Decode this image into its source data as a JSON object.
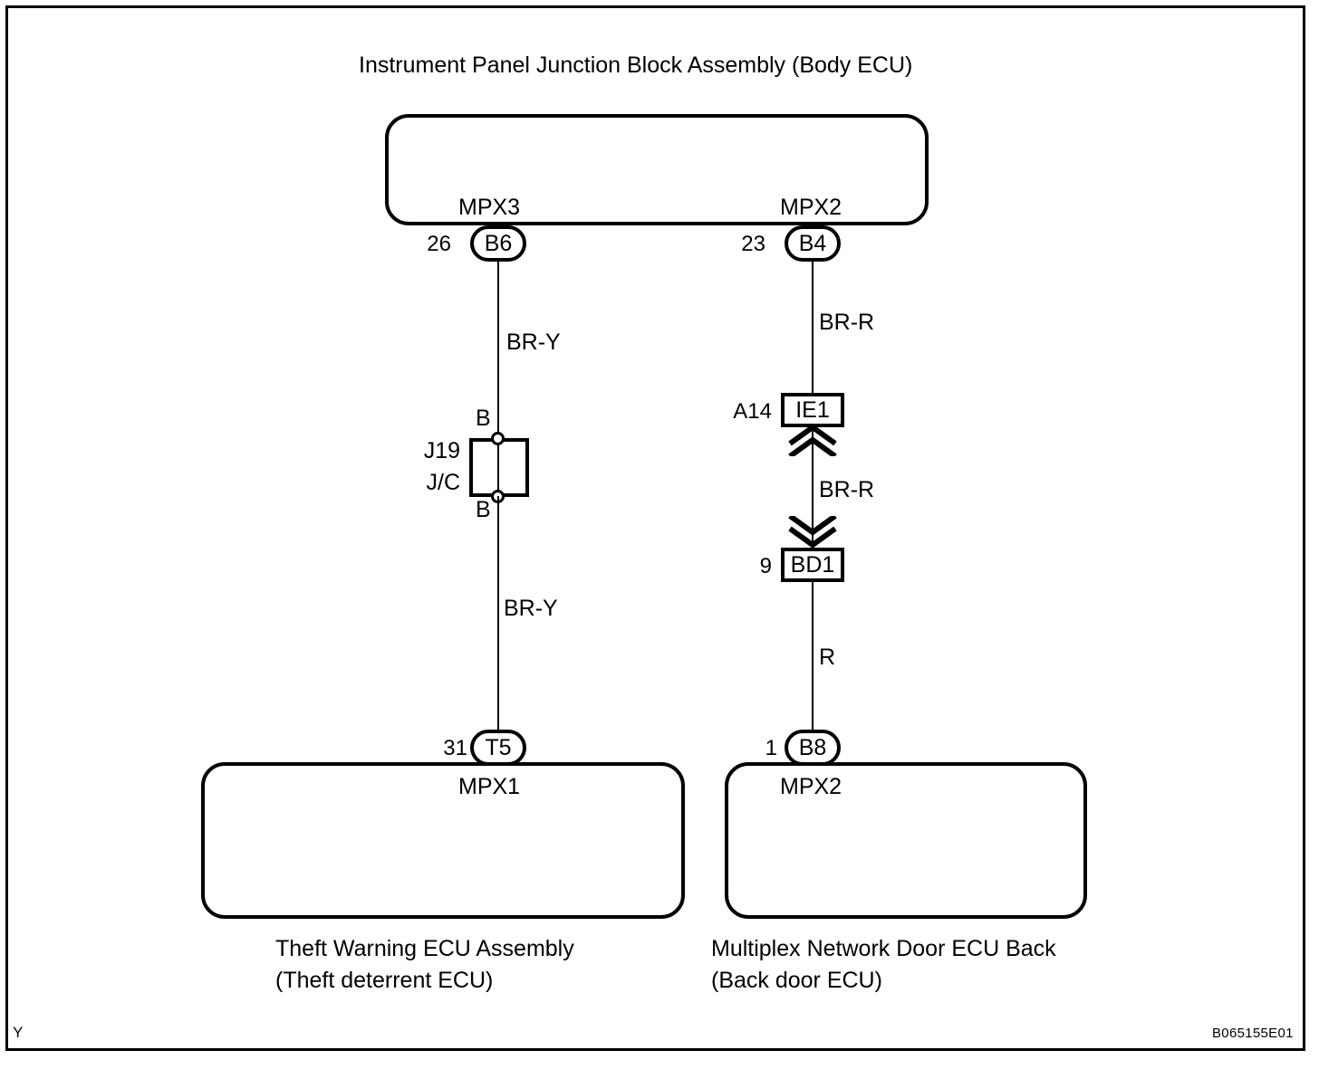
{
  "diagram": {
    "title": "Instrument Panel Junction Block Assembly (Body ECU)",
    "reference_code": "B065155E01",
    "corner_mark": "Y",
    "type": "wiring-diagram"
  },
  "top_unit": {
    "name": "Instrument Panel Junction Block Assembly (Body ECU)",
    "connectors": [
      {
        "port_label": "MPX3",
        "pin": "26",
        "connector_id": "B6"
      },
      {
        "port_label": "MPX2",
        "pin": "23",
        "connector_id": "B4"
      }
    ]
  },
  "bottom_units": [
    {
      "caption_line1": "Theft Warning ECU Assembly",
      "caption_line2": "(Theft deterrent ECU)",
      "port_label": "MPX1",
      "pin": "31",
      "connector_id": "T5"
    },
    {
      "caption_line1": "Multiplex Network Door ECU Back",
      "caption_line2": "(Back door ECU)",
      "port_label": "MPX2",
      "pin": "1",
      "connector_id": "B8"
    }
  ],
  "left_branch": {
    "wire_upper": "BR-Y",
    "wire_lower": "BR-Y",
    "junction": {
      "id": "J19",
      "type": "J/C",
      "terminal_top": "B",
      "terminal_bottom": "B"
    }
  },
  "right_branch": {
    "wire_upper": "BR-R",
    "wire_middle": "BR-R",
    "wire_lower": "R",
    "inline_connectors": [
      {
        "pin": "A14",
        "connector_id": "IE1",
        "arrow": "up"
      },
      {
        "pin": "9",
        "connector_id": "BD1",
        "arrow": "down"
      }
    ]
  },
  "colors": {
    "line": "#000000",
    "background": "#ffffff"
  }
}
